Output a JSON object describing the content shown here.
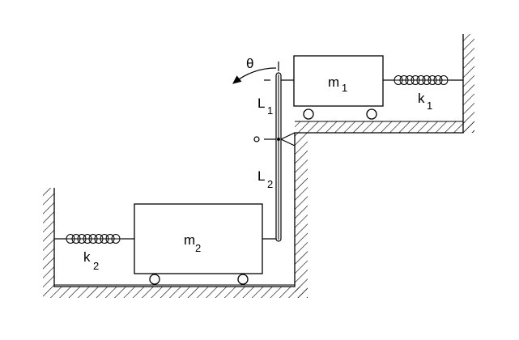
{
  "labels": {
    "theta": "θ",
    "mass1": "m",
    "mass1_sub": "1",
    "mass2": "m",
    "mass2_sub": "2",
    "spring1": "k",
    "spring1_sub": "1",
    "spring2": "k",
    "spring2_sub": "2",
    "length1": "L",
    "length1_sub": "1",
    "length2": "L",
    "length2_sub": "2",
    "pivot": "o"
  },
  "colors": {
    "line": "#000000",
    "background": "#ffffff"
  }
}
